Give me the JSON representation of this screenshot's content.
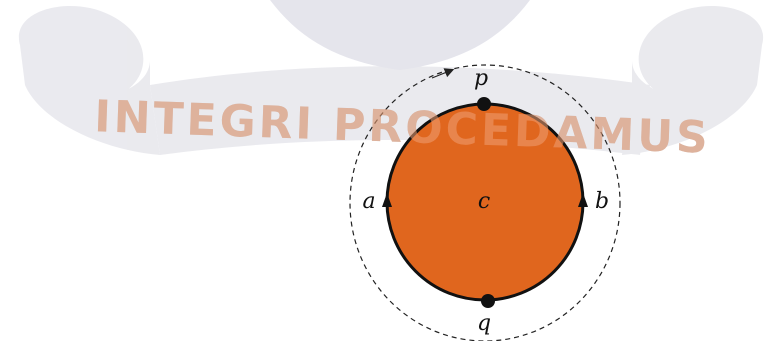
{
  "watermark": {
    "motto": "INTEGRI PROCEDAMUS",
    "color": "#c9c9cf"
  },
  "diagram": {
    "disk_color": "#e0661e",
    "boundary_color": "#111111",
    "dashed_path_color": "#222222",
    "labels": {
      "top_vertex": "p",
      "bottom_vertex": "q",
      "left_arc": "a",
      "right_arc": "b",
      "center": "c"
    }
  }
}
